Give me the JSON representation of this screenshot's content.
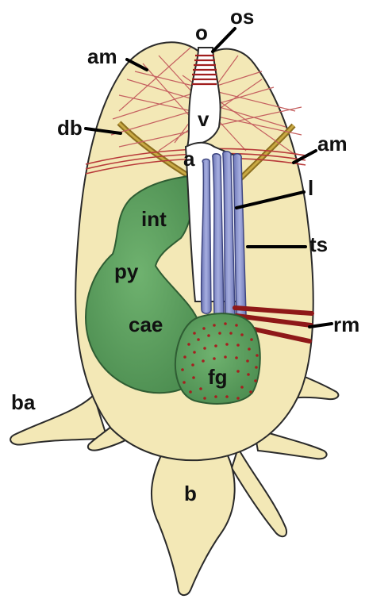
{
  "labels": {
    "o": "o",
    "os": "os",
    "am_left": "am",
    "am_right": "am",
    "db": "db",
    "v": "v",
    "a": "a",
    "l": "l",
    "int": "int",
    "ts": "ts",
    "py": "py",
    "rm": "rm",
    "cae": "cae",
    "fg": "fg",
    "ba": "ba",
    "b": "b"
  },
  "colors": {
    "body": "#f3e8b6",
    "outline": "#2a2a2a",
    "gut": "#62a062",
    "gut_dark": "#3f7a42",
    "lamellae": "#8a93c8",
    "lamellae_dark": "#4a5288",
    "muscle": "#a01d1d",
    "muscle_line": "#c06060",
    "dorsal_band": "#a8892a",
    "tube": "#ffffff"
  }
}
